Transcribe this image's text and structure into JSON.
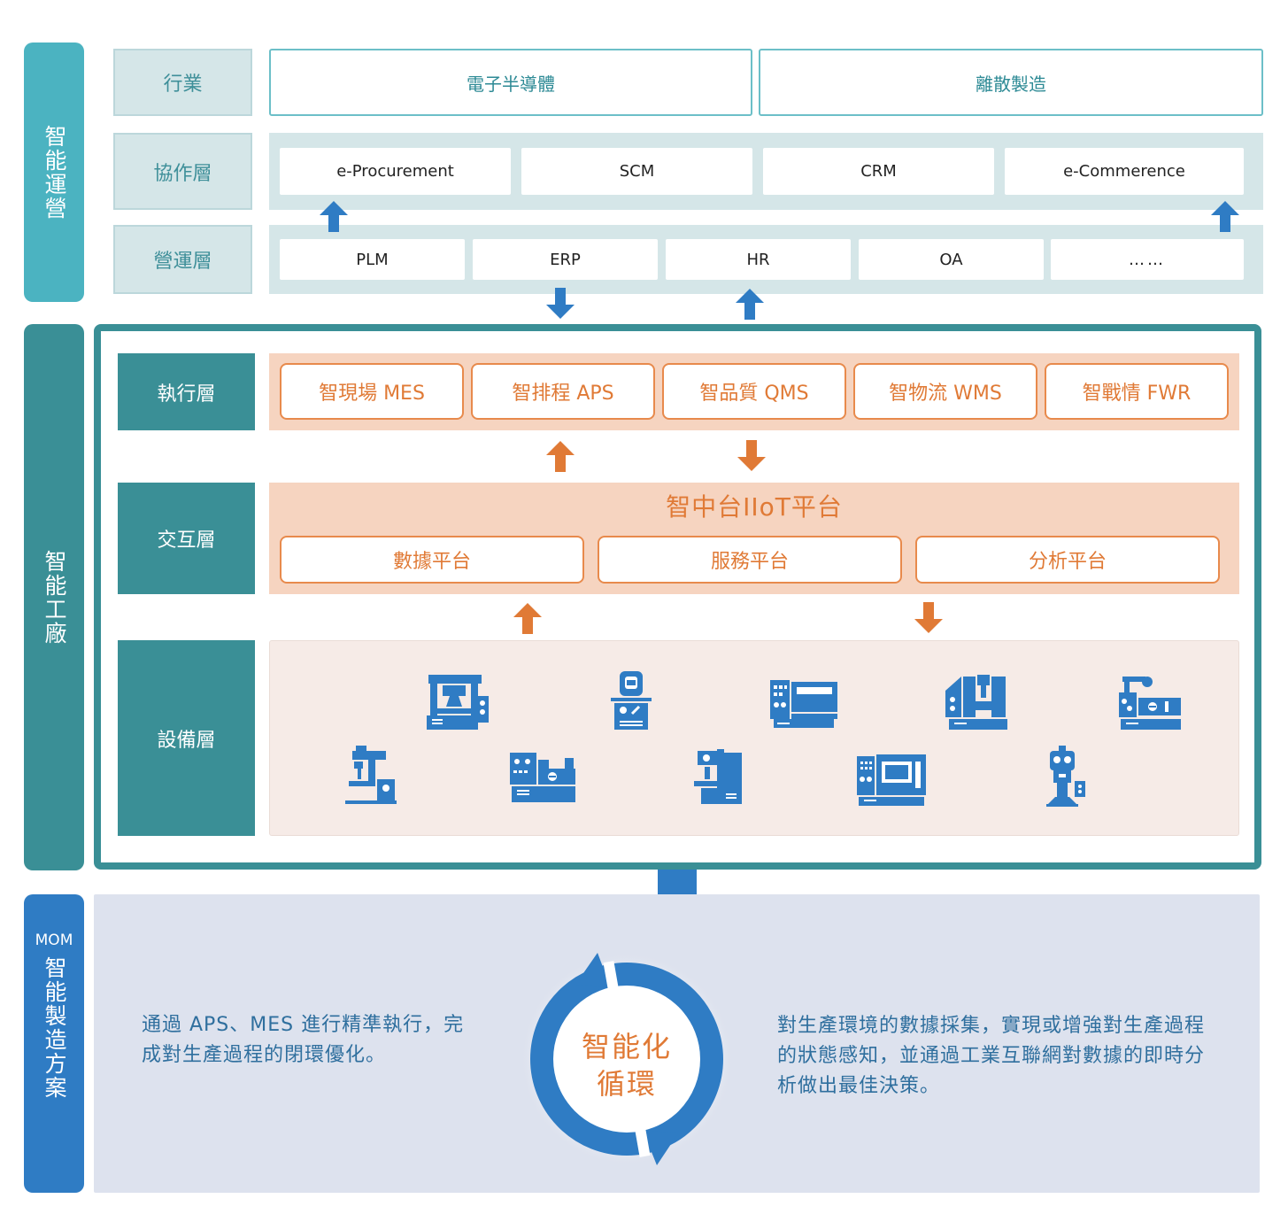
{
  "side_labels": {
    "ops": "智能運營",
    "factory": "智能工廠",
    "mom_prefix": "MOM",
    "mom": "智能製造方案"
  },
  "layers": {
    "industry": "行業",
    "collab": "協作層",
    "operation": "營運層",
    "execution": "執行層",
    "interaction": "交互層",
    "equipment": "設備層"
  },
  "industries": [
    "電子半導體",
    "離散製造"
  ],
  "collab_items": [
    "e-Procurement",
    "SCM",
    "CRM",
    "e-Commerence"
  ],
  "operation_items": [
    "PLM",
    "ERP",
    "HR",
    "OA",
    "……"
  ],
  "execution_items": [
    "智現場 MES",
    "智排程 APS",
    "智品質 QMS",
    "智物流 WMS",
    "智戰情 FWR"
  ],
  "platform": {
    "title": "智中台IIoT平台",
    "items": [
      "數據平台",
      "服務平台",
      "分析平台"
    ]
  },
  "cycle": {
    "line1": "智能化",
    "line2": "循環"
  },
  "descriptions": {
    "left": "通過 APS、MES 進行精準執行，完成對生產過程的閉環優化。",
    "right": "對生產環境的數據採集，實現或增強對生產過程的狀態感知，並通過工業互聯網對數據的即時分析做出最佳決策。"
  },
  "colors": {
    "teal_light": "#4bb3c1",
    "teal_dark": "#3a8f96",
    "blue": "#2f7cc4",
    "orange": "#e88a4c",
    "orange_band": "#f6d4c0",
    "equipment_bg": "#f6ebe7",
    "mom_bg": "#dde2ee"
  },
  "equipment_icons": [
    "press-machine-icon",
    "microscope-instrument-icon",
    "control-panel-machine-icon",
    "cnc-machine-icon",
    "robot-arm-lathe-icon",
    "drill-press-icon",
    "lathe-icon",
    "milling-machine-icon",
    "machining-center-icon",
    "robot-icon"
  ]
}
